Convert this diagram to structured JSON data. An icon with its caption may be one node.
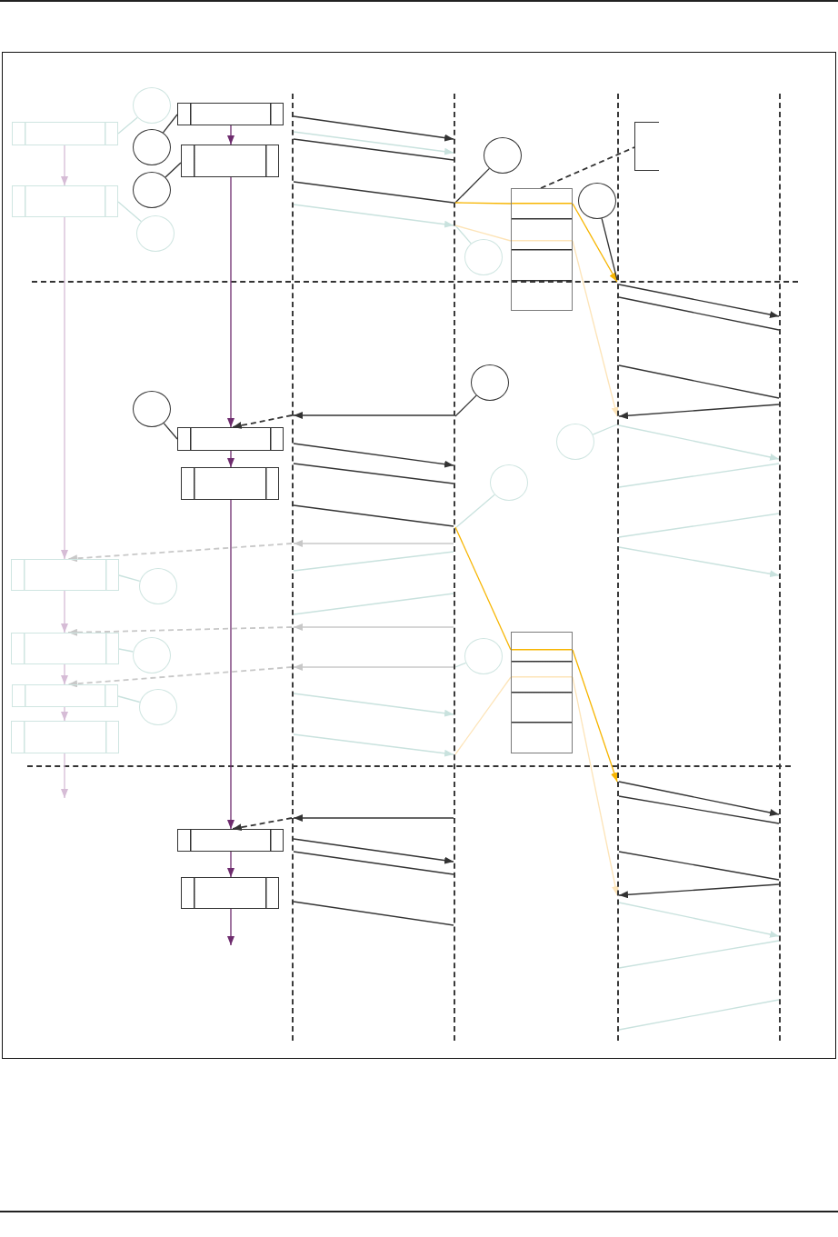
{
  "diagram": {
    "nodes": [
      {
        "text": [],
        "shape": "line"
      },
      {
        "text": [],
        "shape": "line"
      },
      {
        "text": [],
        "shape": "line"
      },
      {
        "text": [],
        "shape": "line"
      },
      {
        "text": [],
        "shape": "circle"
      },
      {
        "text": [],
        "shape": "box"
      },
      {
        "text": [],
        "shape": "box"
      },
      {
        "text": [],
        "shape": "circle"
      },
      {
        "text": [],
        "shape": "box"
      },
      {
        "text": [],
        "shape": "bracket"
      },
      {
        "text": [],
        "shape": "circle"
      },
      {
        "text": [],
        "shape": "box"
      },
      {
        "text": [],
        "shape": "circle"
      },
      {
        "text": [],
        "shape": "box"
      },
      {
        "text": [],
        "shape": "circle"
      },
      {
        "text": [],
        "shape": "circle"
      },
      {
        "text": [],
        "shape": "circle"
      },
      {
        "text": [],
        "shape": "circle"
      },
      {
        "text": [],
        "shape": "circle"
      },
      {
        "text": [],
        "shape": "box"
      },
      {
        "text": [],
        "shape": "circle"
      },
      {
        "text": [],
        "shape": "box"
      },
      {
        "text": [],
        "shape": "circle"
      },
      {
        "text": [],
        "shape": "box"
      },
      {
        "text": [],
        "shape": "circle"
      },
      {
        "text": [],
        "shape": "box"
      },
      {
        "text": [],
        "shape": "box"
      },
      {
        "text": [],
        "shape": "circle"
      },
      {
        "text": [],
        "shape": "circle"
      },
      {
        "text": [],
        "shape": "box"
      },
      {
        "text": [],
        "shape": "circle"
      },
      {
        "text": [],
        "shape": "box"
      },
      {
        "text": [],
        "shape": "box"
      },
      {
        "text": [],
        "shape": "box"
      }
    ],
    "edges": [
      {
        "from": 4,
        "to": 6,
        "arrow": "none",
        "color": "#c9e2de"
      },
      {
        "from": 7,
        "to": 5,
        "arrow": "none"
      },
      {
        "from": 5,
        "to": 8,
        "arrow": "to",
        "color": "#6e2c6e"
      },
      {
        "from": 6,
        "to": 11,
        "arrow": "to",
        "color": "#d6bcd6"
      },
      {
        "from": 12,
        "to": 8,
        "arrow": "none"
      },
      {
        "from": 15,
        "to": 11,
        "arrow": "none",
        "color": "#c9e2de"
      },
      {
        "from": 8,
        "to": 19,
        "arrow": "to",
        "color": "#6e2c6e"
      },
      {
        "from": 11,
        "to": 23,
        "arrow": "to",
        "color": "#d6bcd6"
      },
      {
        "from": 0,
        "to": 1,
        "arrow": "to"
      },
      {
        "from": 0,
        "to": 1,
        "arrow": "to",
        "color": "#c9e2de"
      },
      {
        "from": 0,
        "to": 1,
        "arrow": "none"
      },
      {
        "from": 0,
        "to": 1,
        "arrow": "none"
      },
      {
        "from": 0,
        "to": 1,
        "arrow": "to",
        "color": "#c9e2de"
      },
      {
        "from": 10,
        "to": 1,
        "arrow": "none"
      },
      {
        "from": 13,
        "to": 9,
        "arrow": "none",
        "style": "dashed"
      },
      {
        "from": 1,
        "to": 13,
        "arrow": "none",
        "color": "#f7b500"
      },
      {
        "from": 13,
        "to": 2,
        "arrow": "to",
        "color": "#f7b500"
      },
      {
        "from": 14,
        "to": 2,
        "arrow": "none"
      },
      {
        "from": 16,
        "to": 1,
        "arrow": "none",
        "color": "#c9e2de"
      },
      {
        "from": 1,
        "to": 13,
        "arrow": "none",
        "color": "#fde4b8"
      },
      {
        "from": 13,
        "to": 2,
        "arrow": "to",
        "color": "#fde4b8"
      },
      {
        "from": 2,
        "to": 3,
        "arrow": "to"
      },
      {
        "from": 2,
        "to": 3,
        "arrow": "none"
      },
      {
        "from": 2,
        "to": 3,
        "arrow": "none"
      },
      {
        "from": 3,
        "to": 2,
        "arrow": "to"
      },
      {
        "from": 1,
        "to": 0,
        "arrow": "to"
      },
      {
        "from": 0,
        "to": 19,
        "arrow": "to",
        "style": "dashed"
      },
      {
        "from": 17,
        "to": 1,
        "arrow": "none"
      },
      {
        "from": 18,
        "to": 19,
        "arrow": "none"
      },
      {
        "from": 19,
        "to": 21,
        "arrow": "to",
        "color": "#6e2c6e"
      },
      {
        "from": 2,
        "to": 3,
        "arrow": "to",
        "color": "#c9e2de"
      },
      {
        "from": 20,
        "to": 2,
        "arrow": "none",
        "color": "#c9e2de"
      },
      {
        "from": 0,
        "to": 1,
        "arrow": "to"
      },
      {
        "from": 0,
        "to": 1,
        "arrow": "none"
      },
      {
        "from": 3,
        "to": 2,
        "arrow": "none",
        "color": "#c9e2de"
      },
      {
        "from": 0,
        "to": 1,
        "arrow": "none"
      },
      {
        "from": 3,
        "to": 2,
        "arrow": "none",
        "color": "#c9e2de"
      },
      {
        "from": 22,
        "to": 1,
        "arrow": "none",
        "color": "#c9e2de"
      },
      {
        "from": 1,
        "to": 25,
        "arrow": "none",
        "color": "#f7b500"
      },
      {
        "from": 25,
        "to": 2,
        "arrow": "to",
        "color": "#f7b500"
      },
      {
        "from": 21,
        "to": 32,
        "arrow": "to",
        "color": "#6e2c6e"
      },
      {
        "from": 1,
        "to": 0,
        "arrow": "to",
        "color": "#c8c8c8"
      },
      {
        "from": 0,
        "to": 23,
        "arrow": "to",
        "style": "dashed",
        "color": "#c8c8c8"
      },
      {
        "from": 2,
        "to": 3,
        "arrow": "to",
        "color": "#c9e2de"
      },
      {
        "from": 0,
        "to": 1,
        "arrow": "none",
        "color": "#c9e2de"
      },
      {
        "from": 24,
        "to": 23,
        "arrow": "none",
        "color": "#c9e2de"
      },
      {
        "from": 0,
        "to": 1,
        "arrow": "none",
        "color": "#c9e2de"
      },
      {
        "from": 23,
        "to": 26,
        "arrow": "to",
        "color": "#d6bcd6"
      },
      {
        "from": 1,
        "to": 0,
        "arrow": "to",
        "color": "#c8c8c8"
      },
      {
        "from": 0,
        "to": 26,
        "arrow": "to",
        "style": "dashed",
        "color": "#c8c8c8"
      },
      {
        "from": 27,
        "to": 26,
        "arrow": "none",
        "color": "#c9e2de"
      },
      {
        "from": 1,
        "to": 0,
        "arrow": "to",
        "color": "#c8c8c8"
      },
      {
        "from": 28,
        "to": 1,
        "arrow": "none",
        "color": "#c9e2de"
      },
      {
        "from": 0,
        "to": 29,
        "arrow": "to",
        "style": "dashed",
        "color": "#c8c8c8"
      },
      {
        "from": 26,
        "to": 29,
        "arrow": "to",
        "color": "#d6bcd6"
      },
      {
        "from": 30,
        "to": 29,
        "arrow": "none",
        "color": "#c9e2de"
      },
      {
        "from": 0,
        "to": 1,
        "arrow": "to",
        "color": "#c9e2de"
      },
      {
        "from": 29,
        "to": 31,
        "arrow": "to",
        "color": "#d6bcd6"
      },
      {
        "from": 0,
        "to": 1,
        "arrow": "to",
        "color": "#c9e2de"
      },
      {
        "from": 1,
        "to": 25,
        "arrow": "none",
        "color": "#fde4b8"
      },
      {
        "from": 25,
        "to": 2,
        "arrow": "to",
        "color": "#fde4b8"
      },
      {
        "from": 31,
        "to": null,
        "arrow": "to",
        "color": "#d6bcd6"
      },
      {
        "from": 2,
        "to": 3,
        "arrow": "to"
      },
      {
        "from": 2,
        "to": 3,
        "arrow": "none"
      },
      {
        "from": 1,
        "to": 0,
        "arrow": "to"
      },
      {
        "from": 0,
        "to": 32,
        "arrow": "to",
        "style": "dashed"
      },
      {
        "from": 0,
        "to": 1,
        "arrow": "to"
      },
      {
        "from": 0,
        "to": 1,
        "arrow": "none"
      },
      {
        "from": 2,
        "to": 3,
        "arrow": "none"
      },
      {
        "from": 32,
        "to": 33,
        "arrow": "to",
        "color": "#6e2c6e"
      },
      {
        "from": 3,
        "to": 2,
        "arrow": "to"
      },
      {
        "from": 0,
        "to": 1,
        "arrow": "none"
      },
      {
        "from": 2,
        "to": 3,
        "arrow": "to",
        "color": "#c9e2de"
      },
      {
        "from": 33,
        "to": null,
        "arrow": "to",
        "color": "#6e2c6e"
      },
      {
        "from": 3,
        "to": 2,
        "arrow": "none",
        "color": "#c9e2de"
      },
      {
        "from": 3,
        "to": 2,
        "arrow": "none",
        "color": "#c9e2de"
      }
    ]
  }
}
